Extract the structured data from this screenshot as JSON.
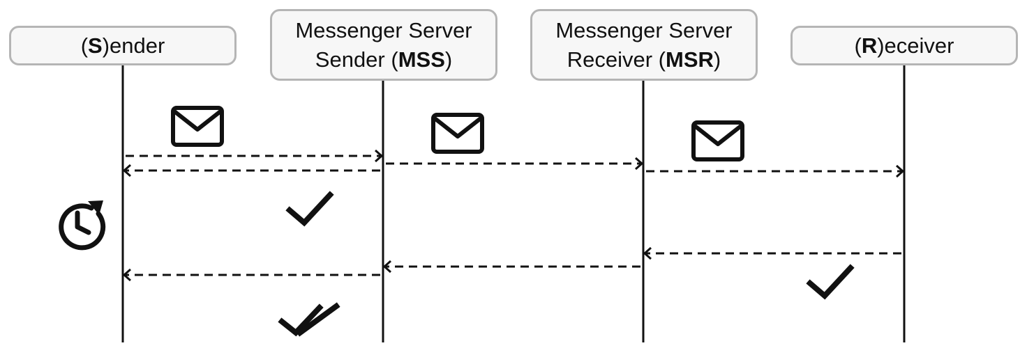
{
  "actors": {
    "sender": {
      "prefix": "(",
      "bold": "S",
      "suffix": ")ender"
    },
    "mss": {
      "line1": "Messenger Server",
      "line2_prefix": "Sender (",
      "line2_bold": "MSS",
      "line2_suffix": ")"
    },
    "msr": {
      "line1": "Messenger Server",
      "line2_prefix": "Receiver (",
      "line2_bold": "MSR",
      "line2_suffix": ")"
    },
    "receiver": {
      "prefix": "(",
      "bold": "R",
      "suffix": ")eceiver"
    }
  },
  "messages": [
    {
      "from": "sender",
      "to": "mss",
      "style": "dashed",
      "icon": "envelope-icon"
    },
    {
      "from": "mss",
      "to": "sender",
      "style": "dashed"
    },
    {
      "from": "mss",
      "to": "msr",
      "style": "dashed",
      "icon": "envelope-icon"
    },
    {
      "from": "msr",
      "to": "receiver",
      "style": "dashed",
      "icon": "envelope-icon"
    },
    {
      "from": "receiver",
      "to": "msr",
      "style": "dashed"
    },
    {
      "from": "msr",
      "to": "mss",
      "style": "dashed"
    },
    {
      "from": "mss",
      "to": "sender",
      "style": "dashed"
    }
  ],
  "icons": [
    "envelope-icon",
    "clock-history-icon",
    "checkmark-icon",
    "double-checkmark-icon"
  ],
  "colors": {
    "line": "#111111",
    "box_fill": "#f7f7f7",
    "box_border": "#b5b5b5"
  }
}
